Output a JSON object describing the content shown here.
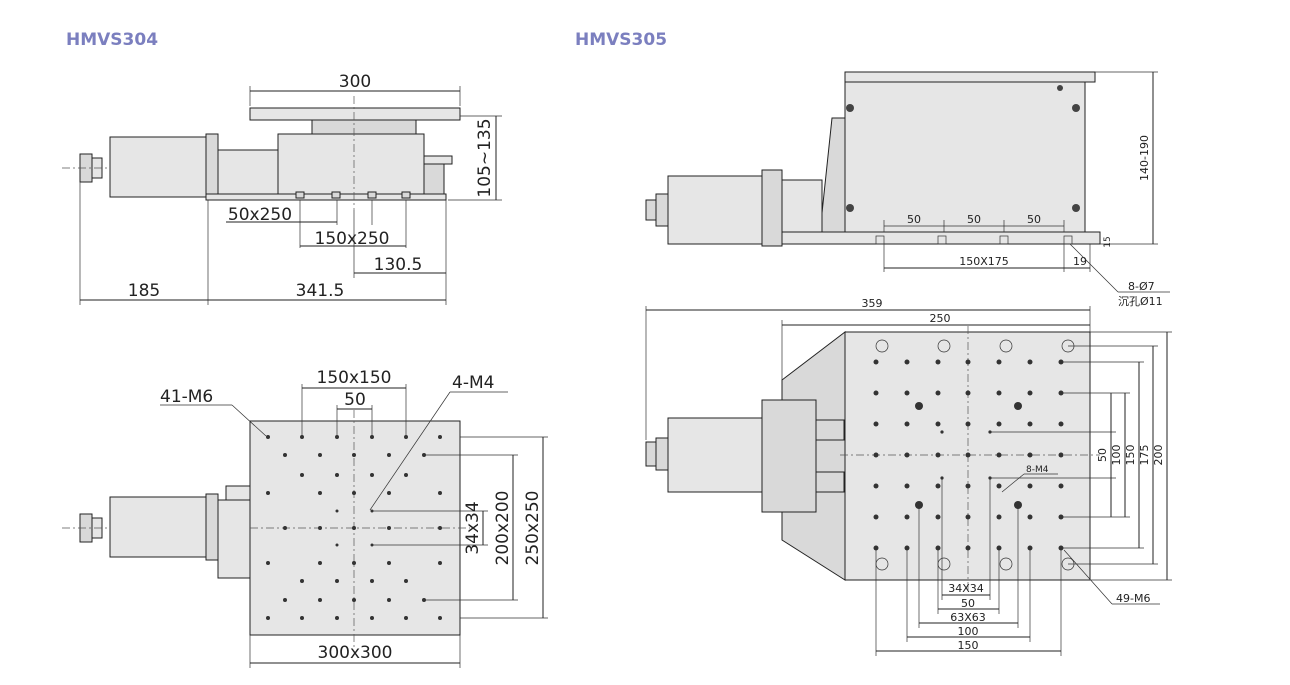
{
  "titles": {
    "left": "HMVS304",
    "right": "HMVS305"
  },
  "left_side": {
    "width_top": "300",
    "height_range": "105~135",
    "dim_50x250": "50x250",
    "dim_150x250": "150x250",
    "dim_130_5": "130.5",
    "dim_185": "185",
    "dim_341_5": "341.5"
  },
  "left_top": {
    "dim_150x150": "150x150",
    "dim_50": "50",
    "holes_m6": "41-M6",
    "holes_m4": "4-M4",
    "dim_34x34": "34x34",
    "dim_200x200": "200x200",
    "dim_250x250": "250x250",
    "dim_300x300": "300x300"
  },
  "right_side": {
    "height_range": "140-190",
    "pitch_a": "50",
    "pitch_b": "50",
    "pitch_c": "50",
    "dim_150x175": "150X175",
    "dim_19": "19",
    "dim_edge": "15",
    "mount_holes": "8-Ø7",
    "counterbore": "沉孔Ø11"
  },
  "right_top": {
    "dim_359": "359",
    "dim_250": "250",
    "holes_m4": "8-M4",
    "dim_v50": "50",
    "dim_v100": "100",
    "dim_v150": "150",
    "dim_v175": "175",
    "dim_v200": "200",
    "dim_34x34": "34X34",
    "dim_50": "50",
    "dim_63x63": "63X63",
    "dim_100": "100",
    "dim_150": "150",
    "holes_m6": "49-M6"
  }
}
